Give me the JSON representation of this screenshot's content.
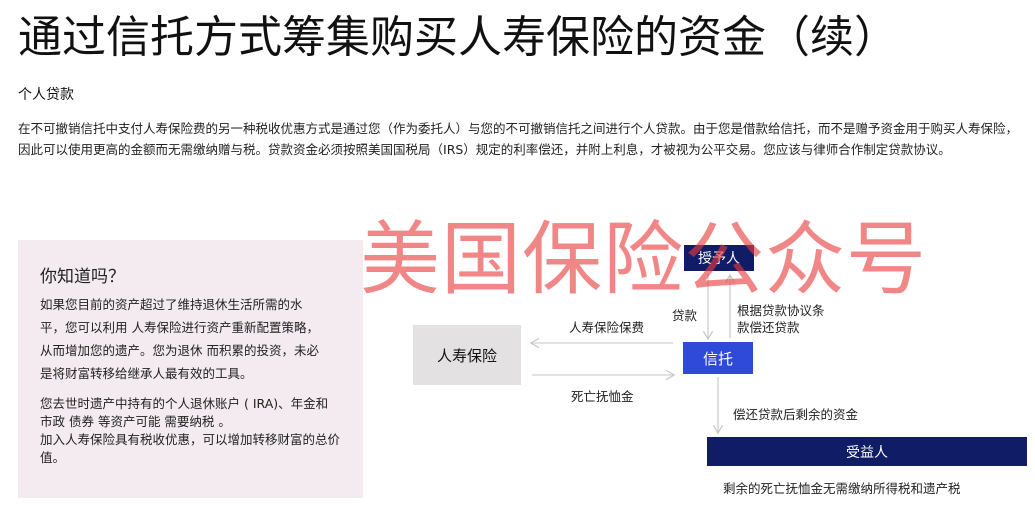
{
  "header": {
    "title": "通过信托方式筹集购买人寿保险的资金（续）",
    "subtitle": "个人贷款"
  },
  "main": {
    "paragraph": "在不可撤销信托中支付人寿保险费的另一种税收优惠方式是通过您（作为委托人）与您的不可撤销信托之间进行个人贷款。由于您是借款给信托，而不是赠予资金用于购买人寿保险，因此可以使用更高的金额而无需缴纳赠与税。贷款资金必须按照美国国税局（IRS）规定的利率偿还，并附上利息，才被视为公平交易。您应该与律师合作制定贷款协议。"
  },
  "did_you_know": {
    "title": "你知道吗？",
    "p1": "如果您目前的资产超过了维持退休生活所需的水平，您可以利用 人寿保险进行资产重新配置策略，从而增加您的遗产。您为退休 而积累的投资，未必是将财富转移给继承人最有效的工具。",
    "p2": "您去世时遗产中持有的个人退休账户 ( IRA)、年金和市政 债券 等资产可能 需要纳税 。",
    "p3": "加入人寿保险具有税收优惠，可以增加转移财富的总价值。"
  },
  "diagram": {
    "grantor": "授予人",
    "life_insurance": "人寿保险",
    "trust": "信托",
    "beneficiary": "受益人",
    "premium_label": "人寿保险保费",
    "loan_label": "贷款",
    "repay_line1": "根据贷款协议条",
    "repay_line2": "款偿还贷款",
    "death_benefit_label": "死亡抚恤金",
    "remaining_label": "偿还贷款后剩余的资金",
    "footnote": "剩余的死亡抚恤金无需缴纳所得税和遗产税"
  },
  "watermark": "美国保险公众号",
  "colors": {
    "navy": "#101c66",
    "blue": "#2f49d9",
    "gray_box": "#e4e1e2",
    "pink_panel": "#f3ebef",
    "watermark": "#e83c3c"
  }
}
